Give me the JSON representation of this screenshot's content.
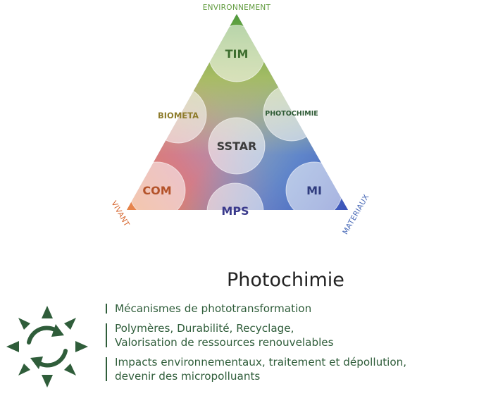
{
  "diagram": {
    "corners": {
      "top": "ENVIRONNEMENT",
      "left": "VIVANT",
      "right": "MATERIAUX"
    },
    "nodes": [
      {
        "id": "tim",
        "label": "TIM"
      },
      {
        "id": "biometa",
        "label": "BIOMETA"
      },
      {
        "id": "photochimie",
        "label": "PHOTOCHIMIE"
      },
      {
        "id": "sstar",
        "label": "SSTAR"
      },
      {
        "id": "com",
        "label": "COM"
      },
      {
        "id": "mi",
        "label": "MI"
      },
      {
        "id": "mps",
        "label": "MPS"
      }
    ],
    "colors": {
      "top": "#4f9a3b",
      "left": "#e88545",
      "right": "#3a52b8",
      "tim_text": "#3d6d2e",
      "biometa_text": "#8e7c2c",
      "photochimie_text": "#2e5a35",
      "sstar_text": "#3c3c3c",
      "com_text": "#b4532a",
      "mi_text": "#2f3c7e",
      "mps_text": "#3a3a8c"
    }
  },
  "section": {
    "title": "Photochimie",
    "icon": "recycle-sun-icon",
    "icon_color": "#2f5d3a",
    "bullets": [
      {
        "lines": [
          "Mécanismes de phototransformation"
        ]
      },
      {
        "lines": [
          "Polymères, Durabilité,  Recyclage,",
          "Valorisation de ressources renouvelables"
        ]
      },
      {
        "lines": [
          "Impacts environnementaux, traitement et dépollution,",
          "devenir des micropolluants"
        ]
      }
    ]
  }
}
